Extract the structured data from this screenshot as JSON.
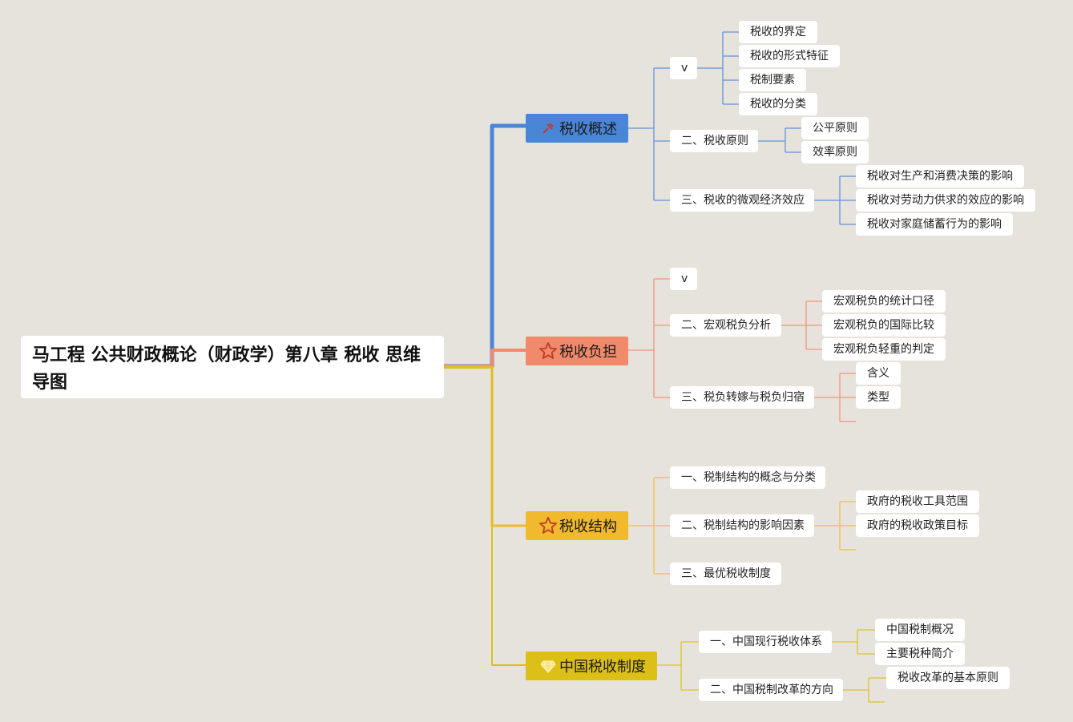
{
  "root": {
    "title": "马工程 公共财政概论（财政学）第八章 税收 思维导图"
  },
  "colors": {
    "blue": "#4a86d8",
    "salmon": "#f08a6a",
    "amber": "#f0b92e",
    "gold": "#dcc018",
    "background": "#e6e3dc"
  },
  "branches": [
    {
      "label": "税收概述",
      "icon": "pin-icon",
      "children": [
        {
          "label": "v",
          "leaves": [
            "税收的界定",
            "税收的形式特征",
            "税制要素",
            "税收的分类"
          ]
        },
        {
          "label": "二、税收原则",
          "leaves": [
            "公平原则",
            "效率原则"
          ]
        },
        {
          "label": "三、税收的微观经济效应",
          "leaves": [
            "税收对生产和消费决策的影响",
            "税收对劳动力供求的效应的影响",
            "税收对家庭储蓄行为的影响"
          ]
        }
      ]
    },
    {
      "label": "税收负担",
      "icon": "star-icon",
      "children": [
        {
          "label": "v",
          "leaves": []
        },
        {
          "label": "二、宏观税负分析",
          "leaves": [
            "宏观税负的统计口径",
            "宏观税负的国际比较",
            "宏观税负轻重的判定"
          ]
        },
        {
          "label": "三、税负转嫁与税负归宿",
          "leaves": [
            "含义",
            "类型"
          ]
        }
      ]
    },
    {
      "label": "税收结构",
      "icon": "star-icon",
      "children": [
        {
          "label": "一、税制结构的概念与分类",
          "leaves": []
        },
        {
          "label": "二、税制结构的影响因素",
          "leaves": [
            "政府的税收工具范围",
            "政府的税收政策目标"
          ]
        },
        {
          "label": "三、最优税收制度",
          "leaves": []
        }
      ]
    },
    {
      "label": "中国税收制度",
      "icon": "diamond-icon",
      "children": [
        {
          "label": "一、中国现行税收体系",
          "leaves": [
            "中国税制概况",
            "主要税种简介"
          ]
        },
        {
          "label": "二、中国税制改革的方向",
          "leaves": [
            "税收改革的基本原则"
          ]
        }
      ]
    }
  ]
}
